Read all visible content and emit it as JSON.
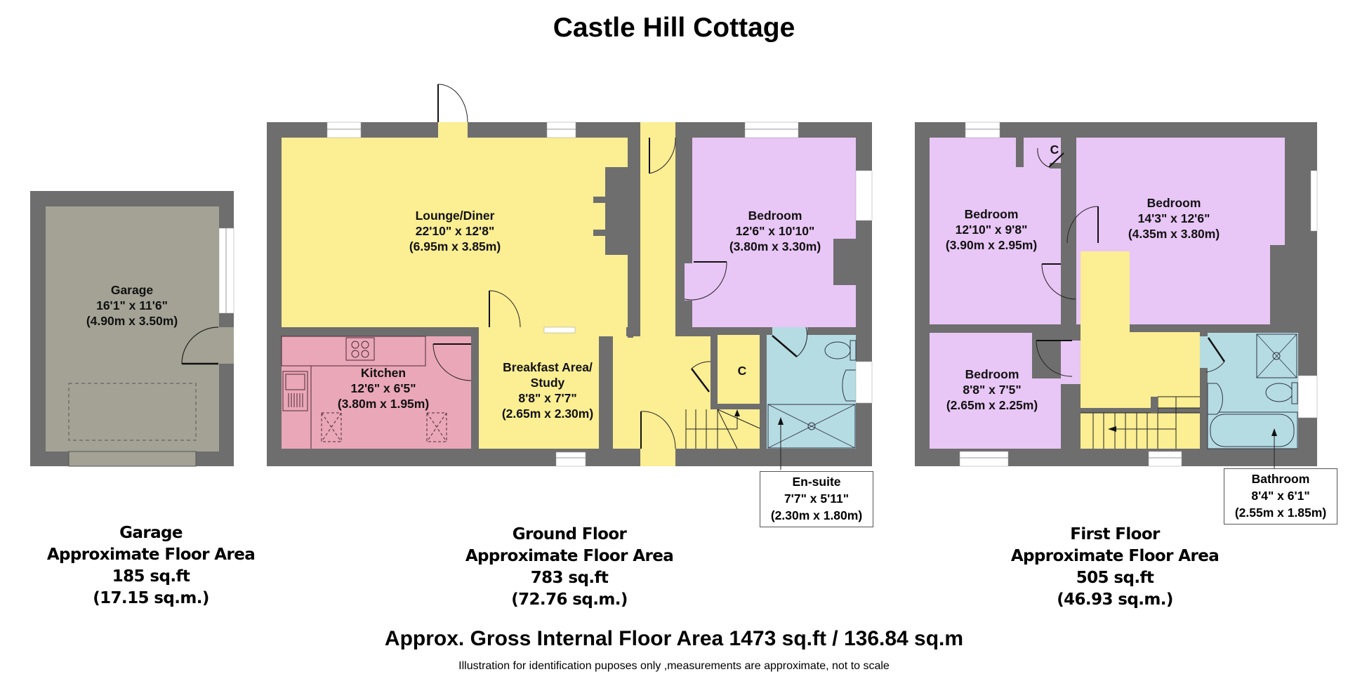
{
  "title": "Castle Hill Cottage",
  "colors": {
    "wall": "#6e6e6e",
    "garage": "#a3a295",
    "living": "#fbee93",
    "kitchen": "#eaa7b8",
    "bedroom": "#e8c6f5",
    "bathroom": "#b5dce3",
    "window": "#ffffff"
  },
  "garage": {
    "room": {
      "name": "Garage",
      "imperial": "16'1\" x 11'6\"",
      "metric": "(4.90m x 3.50m)"
    },
    "area": {
      "name": "Garage",
      "label": "Approximate Floor Area",
      "sqft": "185 sq.ft",
      "sqm": "(17.15 sq.m.)"
    }
  },
  "ground_floor": {
    "rooms": [
      {
        "name": "Lounge/Diner",
        "imperial": "22'10\" x 12'8\"",
        "metric": "(6.95m x 3.85m)"
      },
      {
        "name": "Kitchen",
        "imperial": "12'6\" x 6'5\"",
        "metric": "(3.80m x 1.95m)"
      },
      {
        "name": "Breakfast Area/",
        "name2": "Study",
        "imperial": "8'8\" x 7'7\"",
        "metric": "(2.65m x 2.30m)"
      },
      {
        "name": "Bedroom",
        "imperial": "12'6\" x 10'10\"",
        "metric": "(3.80m x 3.30m)"
      },
      {
        "name": "C"
      },
      {
        "name": "En-suite",
        "imperial": "7'7\" x 5'11\"",
        "metric": "(2.30m x 1.80m)"
      }
    ],
    "area": {
      "name": "Ground Floor",
      "label": "Approximate Floor Area",
      "sqft": "783 sq.ft",
      "sqm": "(72.76 sq.m.)"
    }
  },
  "first_floor": {
    "rooms": [
      {
        "name": "Bedroom",
        "imperial": "12'10\" x 9'8\"",
        "metric": "(3.90m x 2.95m)"
      },
      {
        "name": "Bedroom",
        "imperial": "14'3\" x 12'6\"",
        "metric": "(4.35m x 3.80m)"
      },
      {
        "name": "Bedroom",
        "imperial": "8'8\" x 7'5\"",
        "metric": "(2.65m x 2.25m)"
      },
      {
        "name": "C"
      },
      {
        "name": "Bathroom",
        "imperial": "8'4\" x 6'1\"",
        "metric": "(2.55m x 1.85m)"
      }
    ],
    "area": {
      "name": "First Floor",
      "label": "Approximate Floor Area",
      "sqft": "505 sq.ft",
      "sqm": "(46.93 sq.m.)"
    }
  },
  "gross_area": "Approx. Gross Internal Floor Area 1473 sq.ft / 136.84 sq.m",
  "disclaimer": "Illustration for identification puposes only ,measurements are approximate, not to scale"
}
